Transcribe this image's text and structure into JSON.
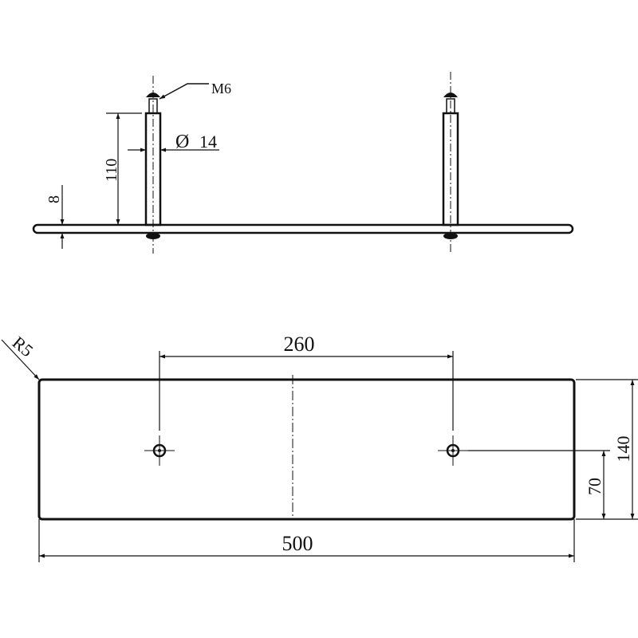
{
  "side_view": {
    "thread_label": "M6",
    "diameter_symbol": "Ø",
    "diameter_value": "14",
    "post_height": "110",
    "plate_thickness": "8"
  },
  "top_view": {
    "radius_label": "R5",
    "hole_spacing": "260",
    "length": "500",
    "width": "140",
    "hole_offset": "70"
  },
  "colors": {
    "line": "#111111",
    "background": "#ffffff"
  }
}
